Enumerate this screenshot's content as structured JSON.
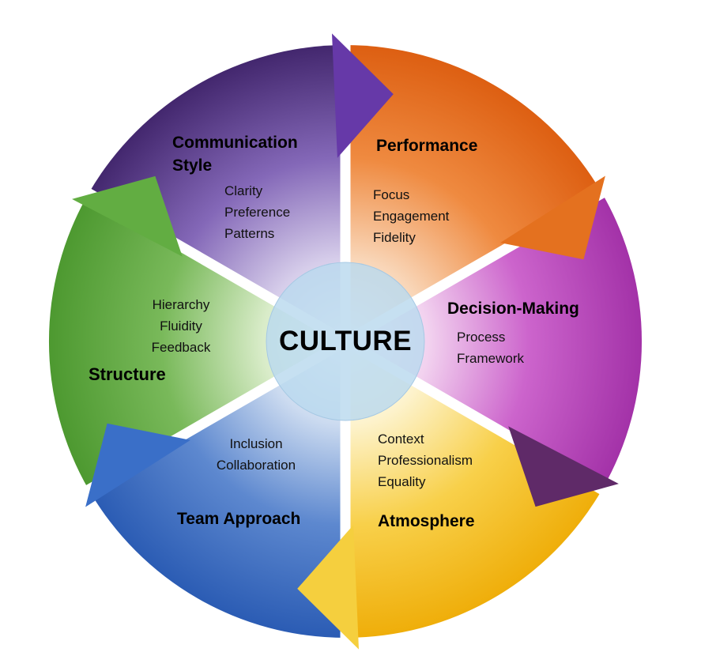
{
  "page": {
    "background": "#ffffff"
  },
  "diagram": {
    "center_label": "CULTURE",
    "center_color": "#b9d9ee",
    "center_border": "#a6c9e4",
    "divider_color": "#ffffff",
    "segments": [
      {
        "id": "performance",
        "title": "Performance",
        "items": [
          "Focus",
          "Engagement",
          "Fidelity"
        ],
        "colors": {
          "inner": "#f9d6b8",
          "mid": "#ef8a40",
          "outer": "#dd5f12",
          "arrow": "#e4711f"
        }
      },
      {
        "id": "decision-making",
        "title": "Decision-Making",
        "items": [
          "Process",
          "Framework"
        ],
        "colors": {
          "inner": "#f2d2ef",
          "mid": "#cc64cc",
          "outer": "#a332a8",
          "arrow": "#5f2a68"
        }
      },
      {
        "id": "atmosphere",
        "title": "Atmosphere",
        "items": [
          "Context",
          "Professionalism",
          "Equality"
        ],
        "colors": {
          "inner": "#fdf3cd",
          "mid": "#f8d04a",
          "outer": "#efae0a",
          "arrow": "#f5cf3e"
        }
      },
      {
        "id": "team-approach",
        "title": "Team Approach",
        "items": [
          "Inclusion",
          "Collaboration"
        ],
        "colors": {
          "inner": "#ccdbf0",
          "mid": "#5d88cf",
          "outer": "#2b5cb4",
          "arrow": "#3a6fc8"
        }
      },
      {
        "id": "structure",
        "title": "Structure",
        "items": [
          "Hierarchy",
          "Fluidity",
          "Feedback"
        ],
        "colors": {
          "inner": "#d9ecc9",
          "mid": "#79b95a",
          "outer": "#4d9930",
          "arrow": "#62ad42"
        }
      },
      {
        "id": "communication-style",
        "title": "Communication Style",
        "items": [
          "Clarity",
          "Preference",
          "Patterns"
        ],
        "colors": {
          "inner": "#d6cdea",
          "mid": "#8468b8",
          "outer": "#43276e",
          "arrow": "#6639a8"
        }
      }
    ]
  }
}
